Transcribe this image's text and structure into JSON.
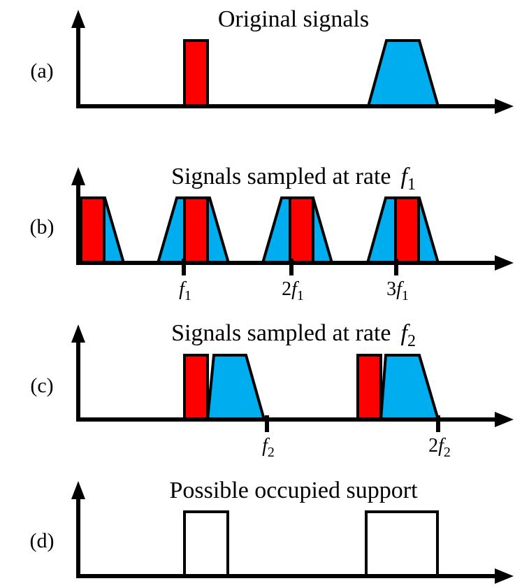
{
  "colors": {
    "narrowband": "#FF0000",
    "wideband": "#00AEEF",
    "support": "#FFFFFF",
    "axis": "#000000"
  },
  "panels": [
    {
      "id": "a",
      "label": "(a)",
      "title": "Original signals",
      "title_symbol": "",
      "ticks": [],
      "elements": [
        {
          "name": "red-signal",
          "kind": "red",
          "shape": "rect"
        },
        {
          "name": "blue-signal",
          "kind": "blue",
          "shape": "trapezoid"
        }
      ]
    },
    {
      "id": "b",
      "label": "(b)",
      "title": "Signals sampled at rate",
      "title_symbol": "f",
      "title_subscript": "1",
      "ticks": [
        {
          "coef": "",
          "symbol": "f",
          "sub": "1"
        },
        {
          "coef": "2",
          "symbol": "f",
          "sub": "1"
        },
        {
          "coef": "3",
          "symbol": "f",
          "sub": "1"
        }
      ],
      "elements": [
        {
          "name": "alias-group-0",
          "copies": 1
        },
        {
          "name": "alias-group-1",
          "copies": 1
        },
        {
          "name": "alias-group-2",
          "copies": 1
        },
        {
          "name": "alias-group-3",
          "copies": 1
        }
      ]
    },
    {
      "id": "c",
      "label": "(c)",
      "title": "Signals sampled at rate",
      "title_symbol": "f",
      "title_subscript": "2",
      "ticks": [
        {
          "coef": "",
          "symbol": "f",
          "sub": "2"
        },
        {
          "coef": "2",
          "symbol": "f",
          "sub": "2"
        }
      ],
      "elements": [
        {
          "name": "alias-group-0",
          "copies": 1
        },
        {
          "name": "alias-group-1",
          "copies": 1
        }
      ]
    },
    {
      "id": "d",
      "label": "(d)",
      "title": "Possible occupied support",
      "title_symbol": "",
      "ticks": [],
      "elements": [
        {
          "name": "support-box-narrow",
          "kind": "support"
        },
        {
          "name": "support-box-wide",
          "kind": "support"
        }
      ]
    }
  ]
}
